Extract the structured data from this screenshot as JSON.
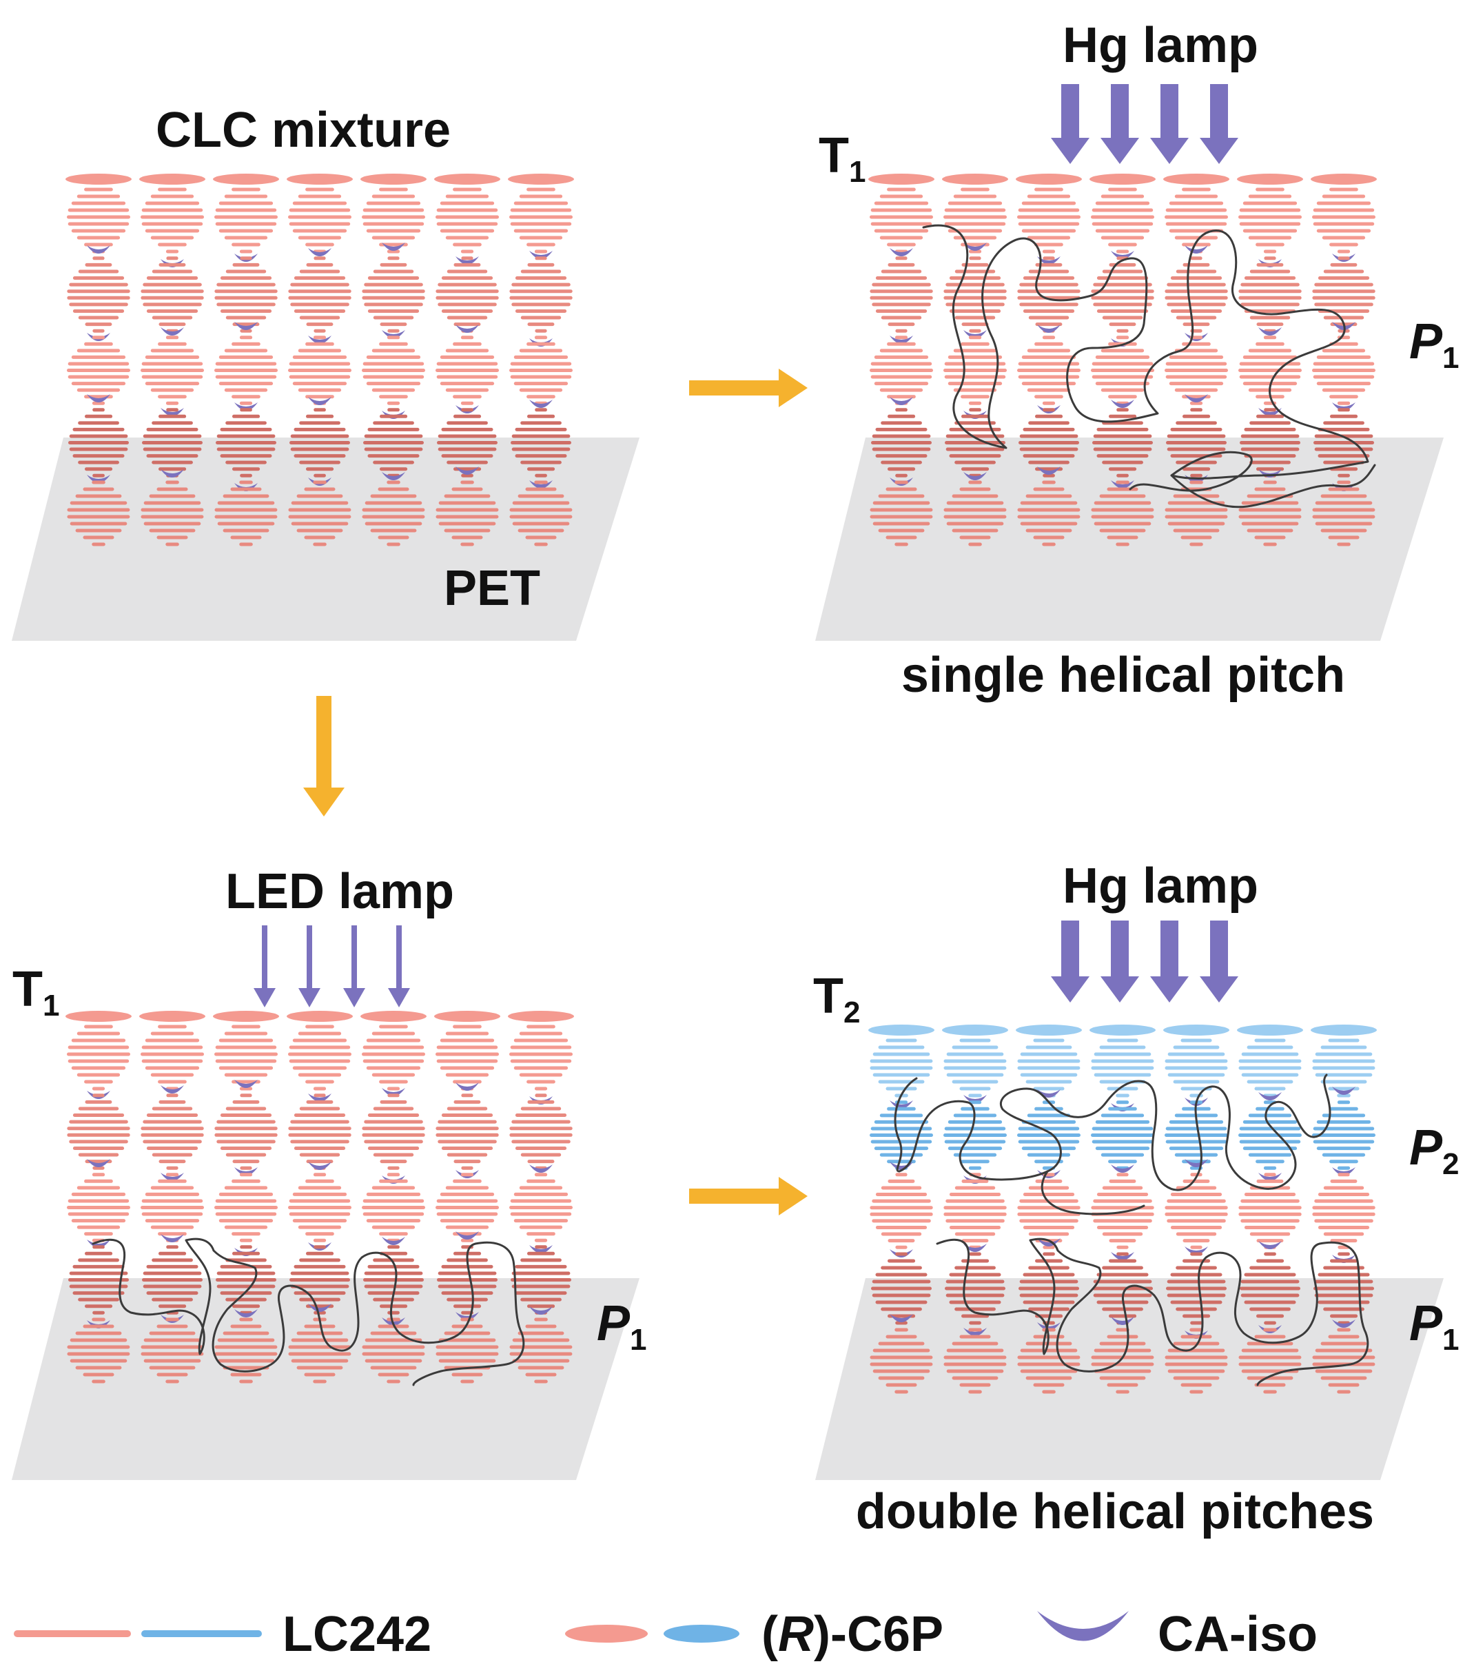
{
  "panels": {
    "top_left": {
      "title": "CLC mixture",
      "substrate_label": "PET"
    },
    "top_right": {
      "lamp": "Hg lamp",
      "temp_main": "T",
      "temp_sub": "1",
      "pitch_main": "P",
      "pitch_sub": "1",
      "caption": "single helical pitch"
    },
    "bottom_left": {
      "lamp": "LED lamp",
      "temp_main": "T",
      "temp_sub": "1",
      "pitch_main": "P",
      "pitch_sub": "1"
    },
    "bottom_right": {
      "lamp": "Hg lamp",
      "temp_main": "T",
      "temp_sub": "2",
      "pitch_upper_main": "P",
      "pitch_upper_sub": "2",
      "pitch_lower_main": "P",
      "pitch_lower_sub": "1",
      "caption": "double helical pitches"
    }
  },
  "legend": {
    "lc242": "LC242",
    "chiral_paren_open": "(",
    "chiral_italic": "R",
    "chiral_rest": ")-C6P",
    "ca_iso": "CA-iso"
  },
  "colors": {
    "red_light": "#f49a90",
    "red_mid": "#e88a80",
    "red_dark": "#cf6e66",
    "blue_light": "#9ccdf1",
    "blue_mid": "#6fb3e6",
    "purple": "#7b72be",
    "orange": "#f5b22e",
    "substrate": "#e3e3e4"
  }
}
